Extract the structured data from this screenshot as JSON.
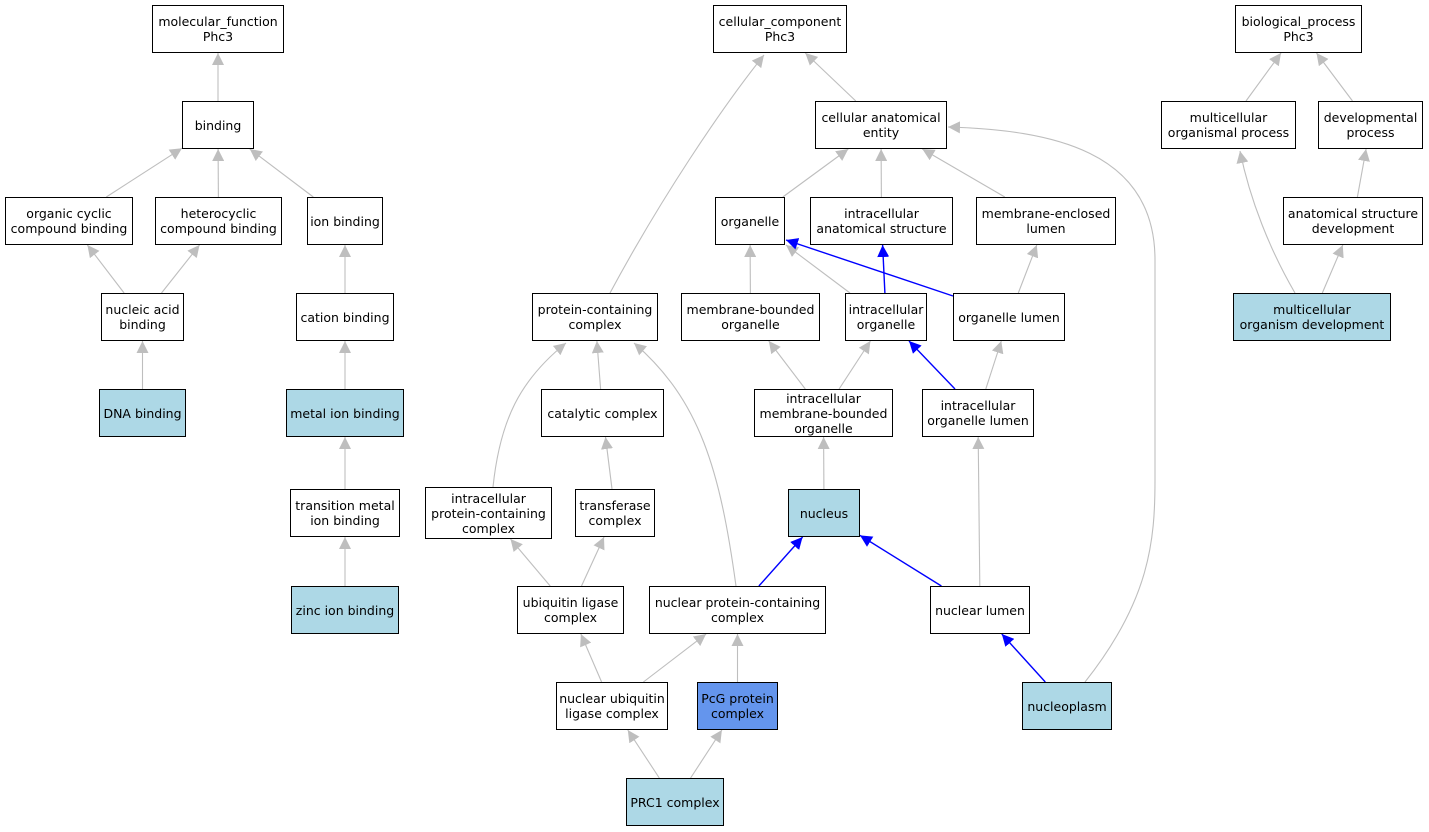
{
  "colors": {
    "edge_default": "#bebebe",
    "edge_highlight": "#0000ff",
    "node_default": "#ffffff",
    "node_annotated": "#add8e6",
    "node_selected": "#6495ed",
    "border": "#000000"
  },
  "nodes": [
    {
      "id": "mf_root",
      "label": "molecular_function\nPhc3",
      "style": "plain"
    },
    {
      "id": "binding",
      "label": "binding",
      "style": "plain"
    },
    {
      "id": "organic_cyclic",
      "label": "organic cyclic\ncompound binding",
      "style": "plain"
    },
    {
      "id": "heterocyclic",
      "label": "heterocyclic\ncompound binding",
      "style": "plain"
    },
    {
      "id": "ion_binding",
      "label": "ion binding",
      "style": "plain"
    },
    {
      "id": "nucleic_acid",
      "label": "nucleic acid\nbinding",
      "style": "plain"
    },
    {
      "id": "cation_binding",
      "label": "cation binding",
      "style": "plain"
    },
    {
      "id": "dna_binding",
      "label": "DNA binding",
      "style": "light"
    },
    {
      "id": "metal_ion",
      "label": "metal ion binding",
      "style": "light"
    },
    {
      "id": "transition_metal",
      "label": "transition metal\nion binding",
      "style": "plain"
    },
    {
      "id": "zinc_ion",
      "label": "zinc ion binding",
      "style": "light"
    },
    {
      "id": "cc_root",
      "label": "cellular_component\nPhc3",
      "style": "plain"
    },
    {
      "id": "cae",
      "label": "cellular anatomical\nentity",
      "style": "plain"
    },
    {
      "id": "organelle",
      "label": "organelle",
      "style": "plain"
    },
    {
      "id": "ias",
      "label": "intracellular\nanatomical structure",
      "style": "plain"
    },
    {
      "id": "mel",
      "label": "membrane-enclosed\nlumen",
      "style": "plain"
    },
    {
      "id": "pcc",
      "label": "protein-containing\ncomplex",
      "style": "plain"
    },
    {
      "id": "mbo",
      "label": "membrane-bounded\norganelle",
      "style": "plain"
    },
    {
      "id": "io",
      "label": "intracellular\norganelle",
      "style": "plain"
    },
    {
      "id": "ol",
      "label": "organelle lumen",
      "style": "plain"
    },
    {
      "id": "cat_complex",
      "label": "catalytic complex",
      "style": "plain"
    },
    {
      "id": "imbo",
      "label": "intracellular\nmembrane-bounded\norganelle",
      "style": "plain"
    },
    {
      "id": "iol",
      "label": "intracellular\norganelle lumen",
      "style": "plain"
    },
    {
      "id": "ipcc",
      "label": "intracellular\nprotein-containing\ncomplex",
      "style": "plain"
    },
    {
      "id": "transferase",
      "label": "transferase\ncomplex",
      "style": "plain"
    },
    {
      "id": "nucleus",
      "label": "nucleus",
      "style": "light"
    },
    {
      "id": "ulc",
      "label": "ubiquitin ligase\ncomplex",
      "style": "plain"
    },
    {
      "id": "npcc",
      "label": "nuclear protein-containing\ncomplex",
      "style": "plain"
    },
    {
      "id": "nuclear_lumen",
      "label": "nuclear lumen",
      "style": "plain"
    },
    {
      "id": "nulc",
      "label": "nuclear ubiquitin\nligase complex",
      "style": "plain"
    },
    {
      "id": "pcg",
      "label": "PcG protein\ncomplex",
      "style": "dark"
    },
    {
      "id": "nucleoplasm",
      "label": "nucleoplasm",
      "style": "light"
    },
    {
      "id": "prc1",
      "label": "PRC1 complex",
      "style": "light"
    },
    {
      "id": "bp_root",
      "label": "biological_process\nPhc3",
      "style": "plain"
    },
    {
      "id": "mop",
      "label": "multicellular\norganismal process",
      "style": "plain"
    },
    {
      "id": "dev_process",
      "label": "developmental\nprocess",
      "style": "plain"
    },
    {
      "id": "asd",
      "label": "anatomical structure\ndevelopment",
      "style": "plain"
    },
    {
      "id": "mod",
      "label": "multicellular\norganism development",
      "style": "light"
    }
  ],
  "edges": [
    {
      "from": "binding",
      "to": "mf_root",
      "highlight": false
    },
    {
      "from": "organic_cyclic",
      "to": "binding",
      "highlight": false
    },
    {
      "from": "heterocyclic",
      "to": "binding",
      "highlight": false
    },
    {
      "from": "ion_binding",
      "to": "binding",
      "highlight": false
    },
    {
      "from": "nucleic_acid",
      "to": "organic_cyclic",
      "highlight": false
    },
    {
      "from": "nucleic_acid",
      "to": "heterocyclic",
      "highlight": false
    },
    {
      "from": "cation_binding",
      "to": "ion_binding",
      "highlight": false
    },
    {
      "from": "dna_binding",
      "to": "nucleic_acid",
      "highlight": false
    },
    {
      "from": "metal_ion",
      "to": "cation_binding",
      "highlight": false
    },
    {
      "from": "transition_metal",
      "to": "metal_ion",
      "highlight": false
    },
    {
      "from": "zinc_ion",
      "to": "transition_metal",
      "highlight": false
    },
    {
      "from": "pcc",
      "to": "cc_root",
      "highlight": false
    },
    {
      "from": "cae",
      "to": "cc_root",
      "highlight": false
    },
    {
      "from": "organelle",
      "to": "cae",
      "highlight": false
    },
    {
      "from": "ias",
      "to": "cae",
      "highlight": false
    },
    {
      "from": "mel",
      "to": "cae",
      "highlight": false
    },
    {
      "from": "nucleoplasm",
      "to": "cae",
      "highlight": false
    },
    {
      "from": "mbo",
      "to": "organelle",
      "highlight": false
    },
    {
      "from": "io",
      "to": "organelle",
      "highlight": false
    },
    {
      "from": "ol",
      "to": "organelle",
      "highlight": true
    },
    {
      "from": "io",
      "to": "ias",
      "highlight": true
    },
    {
      "from": "ol",
      "to": "mel",
      "highlight": false
    },
    {
      "from": "imbo",
      "to": "mbo",
      "highlight": false
    },
    {
      "from": "imbo",
      "to": "io",
      "highlight": false
    },
    {
      "from": "iol",
      "to": "io",
      "highlight": true
    },
    {
      "from": "iol",
      "to": "ol",
      "highlight": false
    },
    {
      "from": "cat_complex",
      "to": "pcc",
      "highlight": false
    },
    {
      "from": "ipcc",
      "to": "pcc",
      "highlight": false
    },
    {
      "from": "npcc",
      "to": "pcc",
      "highlight": false
    },
    {
      "from": "transferase",
      "to": "cat_complex",
      "highlight": false
    },
    {
      "from": "nucleus",
      "to": "imbo",
      "highlight": false
    },
    {
      "from": "nuclear_lumen",
      "to": "iol",
      "highlight": false
    },
    {
      "from": "ulc",
      "to": "ipcc",
      "highlight": false
    },
    {
      "from": "ulc",
      "to": "transferase",
      "highlight": false
    },
    {
      "from": "npcc",
      "to": "nucleus",
      "highlight": true
    },
    {
      "from": "nuclear_lumen",
      "to": "nucleus",
      "highlight": true
    },
    {
      "from": "nulc",
      "to": "ulc",
      "highlight": false
    },
    {
      "from": "nulc",
      "to": "npcc",
      "highlight": false
    },
    {
      "from": "pcg",
      "to": "npcc",
      "highlight": false
    },
    {
      "from": "nucleoplasm",
      "to": "nuclear_lumen",
      "highlight": true
    },
    {
      "from": "prc1",
      "to": "nulc",
      "highlight": false
    },
    {
      "from": "prc1",
      "to": "pcg",
      "highlight": false
    },
    {
      "from": "mop",
      "to": "bp_root",
      "highlight": false
    },
    {
      "from": "dev_process",
      "to": "bp_root",
      "highlight": false
    },
    {
      "from": "asd",
      "to": "dev_process",
      "highlight": false
    },
    {
      "from": "mod",
      "to": "mop",
      "highlight": false
    },
    {
      "from": "mod",
      "to": "asd",
      "highlight": false
    }
  ]
}
